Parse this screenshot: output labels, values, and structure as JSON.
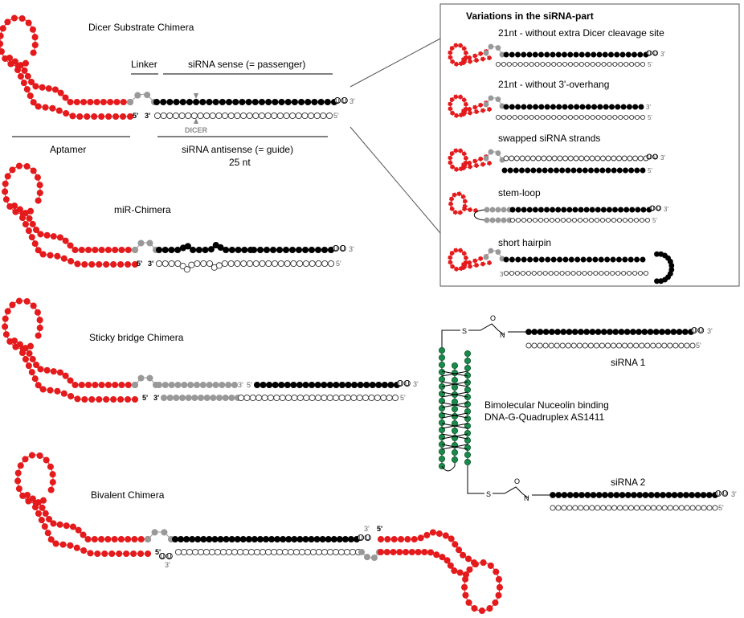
{
  "colors": {
    "aptamer": "#e41a1c",
    "linker": "#999999",
    "sense": "#000000",
    "gquad": "#1a8a4a",
    "box_stroke": "#555555"
  },
  "labels": {
    "dicer_title": "Dicer Substrate Chimera",
    "linker": "Linker",
    "sense": "siRNA sense (= passenger)",
    "aptamer": "Aptamer",
    "antisense": "siRNA antisense (= guide)",
    "nt": "25 nt",
    "dicer": "DICER",
    "mir_title": "miR-Chimera",
    "sticky_title": "Sticky bridge Chimera",
    "bivalent_title": "Bivalent Chimera",
    "gq_line1": "Bimolecular Nuceolin binding",
    "gq_line2": "DNA-G-Quadruplex AS1411",
    "sirna1": "siRNA 1",
    "sirna2": "siRNA 2",
    "S": "S",
    "O": "O",
    "N": "N"
  },
  "ends": {
    "p5": "5'",
    "p3": "3'",
    "u": "U"
  },
  "box": {
    "title": "Variations in the siRNA-part",
    "items": [
      "21nt - without extra Dicer cleavage site",
      "21nt - without 3'-overhang",
      "swapped siRNA strands",
      "stem-loop",
      "short hairpin"
    ]
  }
}
